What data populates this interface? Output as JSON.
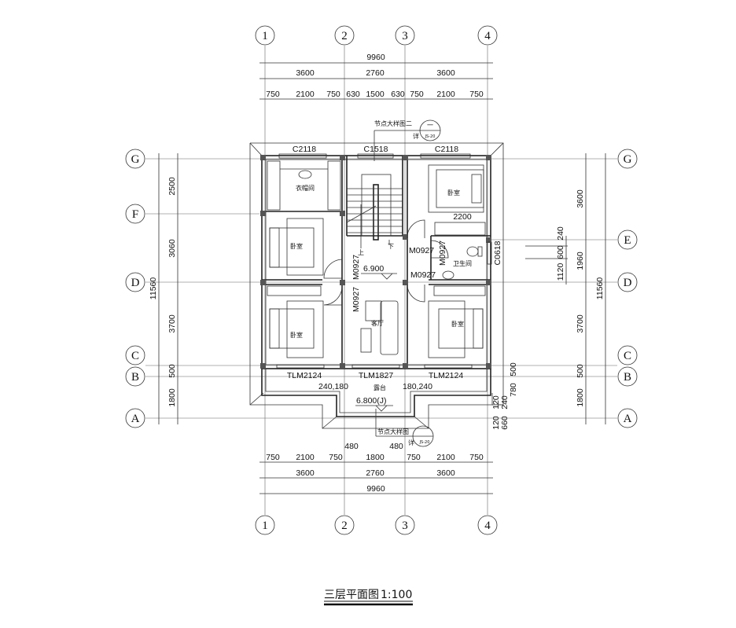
{
  "drawing": {
    "title": "三层平面图",
    "scale": "1:100",
    "axes_vertical": [
      "1",
      "2",
      "3",
      "4"
    ],
    "axes_horizontal": [
      "G",
      "F",
      "E",
      "D",
      "C",
      "B",
      "A"
    ],
    "dims_top": {
      "overall": "9960",
      "bays": [
        "3600",
        "2760",
        "3600"
      ],
      "details": [
        "750",
        "2100",
        "750",
        "630",
        "1500",
        "630",
        "750",
        "2100",
        "750"
      ]
    },
    "dims_bottom": {
      "overall": "9960",
      "bays": [
        "3600",
        "2760",
        "3600"
      ],
      "details": [
        "750",
        "2100",
        "750",
        "1800",
        "750",
        "2100",
        "750"
      ],
      "extra": [
        "480",
        "480"
      ]
    },
    "dims_left": {
      "overall": "11560",
      "segments": [
        "2500",
        "3060",
        "3700",
        "500",
        "1800"
      ]
    },
    "dims_right": {
      "overall": "11560",
      "segments": [
        "3600",
        "1960",
        "3700",
        "500",
        "1800"
      ],
      "inner": [
        "240",
        "600",
        "1120"
      ],
      "balcony": [
        "500",
        "780",
        "240",
        "660",
        "120",
        "120"
      ]
    },
    "rooms": {
      "closet": "衣帽间",
      "bedroom_nw": "卧室",
      "bedroom_ne": "卧室",
      "bedroom_sw": "卧室",
      "bedroom_se": "卧室",
      "bathroom": "卫生间",
      "living": "客厅",
      "balcony": "露台"
    },
    "windows": {
      "c2118_left": "C2118",
      "c1518": "C1518",
      "c2118_right": "C2118",
      "c0618": "C0618",
      "tlm2124_left": "TLM2124",
      "tlm1827": "TLM1827",
      "tlm2124_right": "TLM2124"
    },
    "doors": {
      "m0927_a": "M0927",
      "m0927_b": "M0927",
      "m0927_c": "M0927",
      "m0927_d": "M0927",
      "m0927_e": "M0927"
    },
    "stairs": {
      "up": "上",
      "down": "下"
    },
    "elevations": {
      "floor": "6.900",
      "balcony": "6.800(J)"
    },
    "misc": {
      "closet_width": "2200",
      "balcony_left": "240,180",
      "balcony_right": "180,240"
    },
    "detail_refs": {
      "top_label": "节点大样图二",
      "top_num": "一",
      "top_prefix": "详",
      "top_sheet": "JS-20",
      "bottom_label": "节点大样图",
      "bottom_prefix": "详",
      "bottom_sheet": "JS-20"
    }
  }
}
